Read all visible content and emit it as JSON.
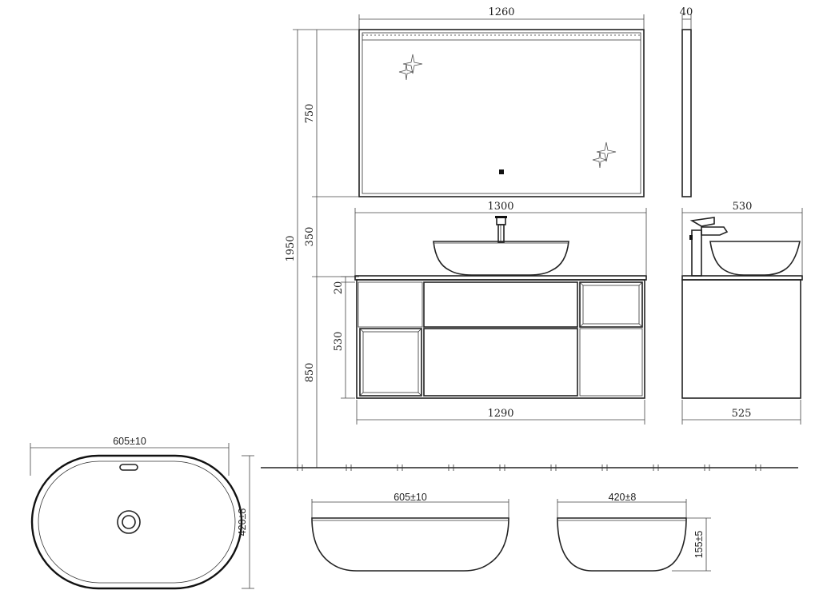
{
  "dimensions": {
    "mirror_width": "1260",
    "mirror_depth": "40",
    "mirror_height": "750",
    "total_height": "1950",
    "gap_height": "350",
    "top_thickness": "20",
    "drawer_height": "530",
    "mount_height": "850",
    "countertop_width": "1300",
    "cabinet_width": "1290",
    "side_top_depth": "530",
    "side_cabinet_depth": "525",
    "basin_length_top": "605±10",
    "basin_width_top": "420±8",
    "basin_length_front": "605±10",
    "basin_width_side": "420±8",
    "basin_height": "155±5"
  },
  "icons": {
    "mirror_touch_sensor": "touch-switch-icon",
    "mirror_sparkles": "sparkle-icon",
    "faucet": "faucet-icon",
    "drain": "drain-icon",
    "overflow": "overflow-slot-icon"
  }
}
